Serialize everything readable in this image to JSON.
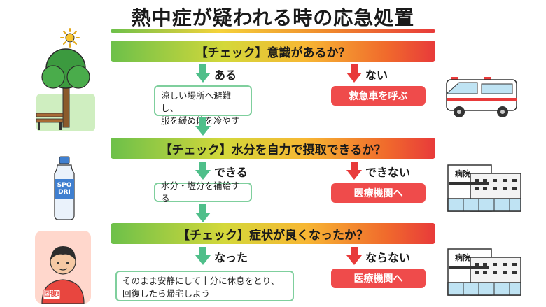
{
  "title": "熱中症が疑われる時の応急処置",
  "steps": [
    {
      "check": "【チェック】意識があるか？",
      "yes_label": "ある",
      "yes_action": [
        "涼しい場所へ避難し、",
        "服を緩め体を冷やす"
      ],
      "no_label": "ない",
      "no_action": "救急車を呼ぶ"
    },
    {
      "check": "【チェック】水分を自力で摂取できるか？",
      "yes_label": "できる",
      "yes_action": [
        "水分・塩分を補給する"
      ],
      "no_label": "できない",
      "no_action": "医療機関へ"
    },
    {
      "check": "【チェック】症状が良くなったか？",
      "yes_label": "なった",
      "yes_action": [
        "そのまま安静にして十分に休息をとり、",
        "回復したら帰宅しよう"
      ],
      "no_label": "ならない",
      "no_action": "医療機関へ"
    }
  ],
  "illustrations": {
    "bottle_label": "SPO DRI",
    "hospital_label": "病院",
    "person_badge": "回復!"
  },
  "colors": {
    "green_arrow": "#4fbf8a",
    "red_arrow": "#e83a3a",
    "red_box": "#ef4b4b",
    "box_border": "#7fcf9d"
  }
}
